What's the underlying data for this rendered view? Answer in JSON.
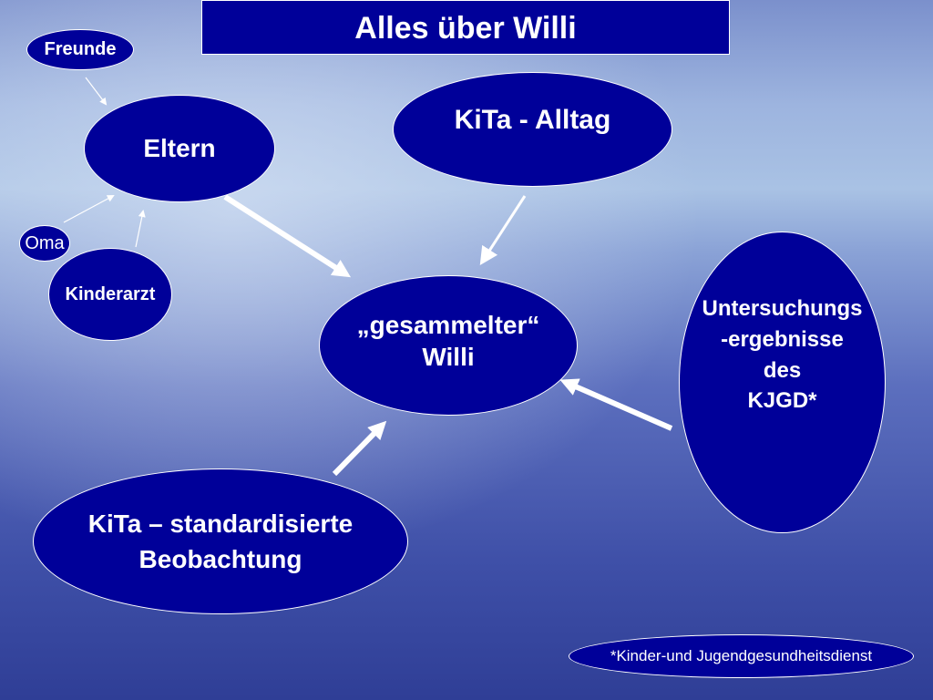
{
  "title": "Alles über Willi",
  "nodes": {
    "freunde": "Freunde",
    "eltern": "Eltern",
    "kita_alltag": "KiTa - Alltag",
    "oma": "Oma",
    "kinderarzt": "Kinderarzt",
    "center": "„gesammelter“\nWilli",
    "untersuchungen": "Untersuchungs\n-ergebnisse\ndes\nKJGD*",
    "kita_standard": "KiTa – standardisierte\nBeobachtung",
    "footnote": "*Kinder-und Jugendgesundheitsdienst"
  },
  "colors": {
    "node_fill": "#000099",
    "outline": "#ffffff",
    "background_light": "#a9c2e4",
    "background_dark": "#2f3e96"
  }
}
